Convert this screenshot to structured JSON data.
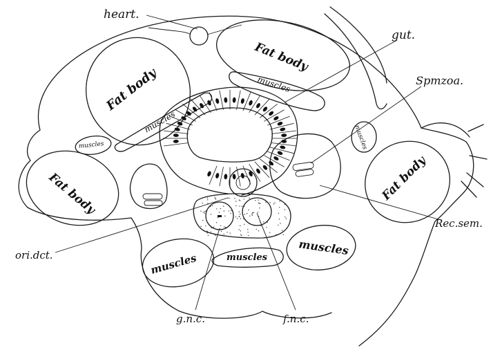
{
  "labels": {
    "heart": "heart.",
    "gut": "gut.",
    "spmzoa": "Spmzoa.",
    "rec_sem": "Rec.sem.",
    "ori_dct": "ori.dct.",
    "g_n_c": "g.n.c.",
    "f_n_c": "f.n.c."
  },
  "organs": {
    "fat_body": "Fat body",
    "muscles": "muscles"
  },
  "colors": {
    "ink": "#1a1a1a",
    "paper": "#ffffff"
  }
}
